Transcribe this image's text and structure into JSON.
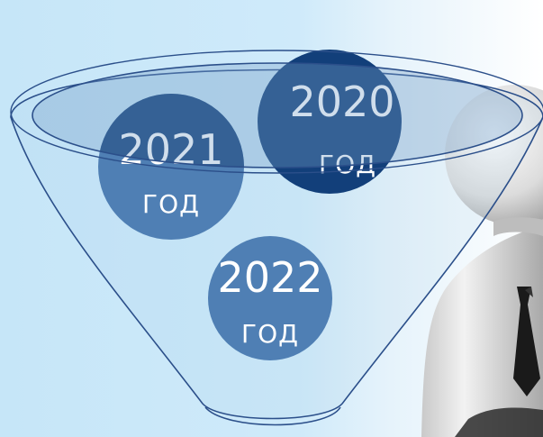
{
  "colors": {
    "background": "#cfeafa",
    "funnel_stroke": "#2b4f8a",
    "circle_dark": "#123f7a",
    "circle_light": "#4f7fb4",
    "rim_fill": "#8fb2d1"
  },
  "bubbles": [
    {
      "year": "2021",
      "label": "ГОД"
    },
    {
      "year": "2020",
      "label": "ГОД"
    },
    {
      "year": "2022",
      "label": "ГОД"
    }
  ],
  "figure": {
    "icon": "3d-person-icon",
    "accessory": "black-necktie"
  }
}
